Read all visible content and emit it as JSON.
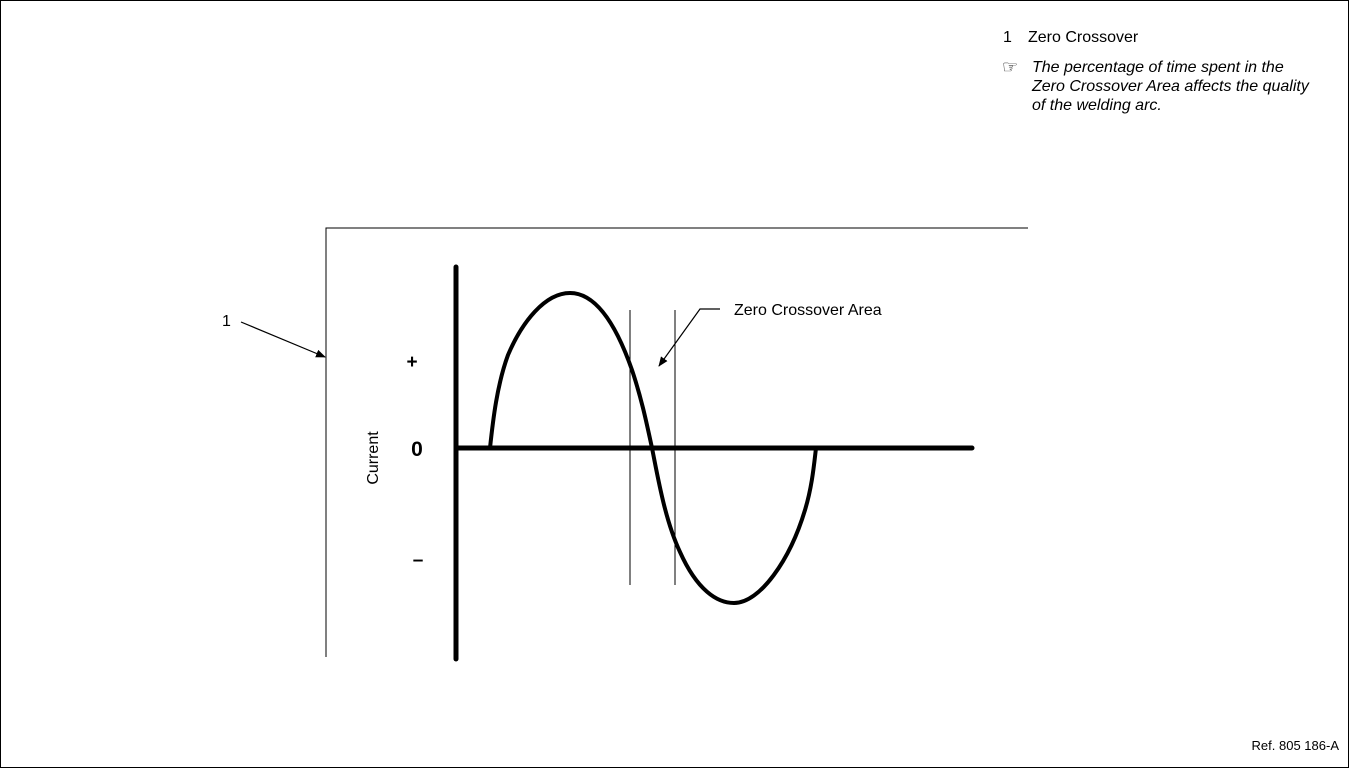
{
  "legend": {
    "item_number": "1",
    "item_label": "Zero Crossover",
    "note_icon": "pointing-hand-icon",
    "note_text": "The percentage of time spent in the Zero Crossover Area affects the quality of the welding arc."
  },
  "diagram": {
    "callout_number": "1",
    "area_label": "Zero Crossover Area",
    "y_axis_label": "Current",
    "plus_label": "+",
    "zero_label": "0",
    "minus_label": "–"
  },
  "reference": "Ref. 805 186-A",
  "colors": {
    "line": "#000000",
    "background": "#ffffff"
  }
}
